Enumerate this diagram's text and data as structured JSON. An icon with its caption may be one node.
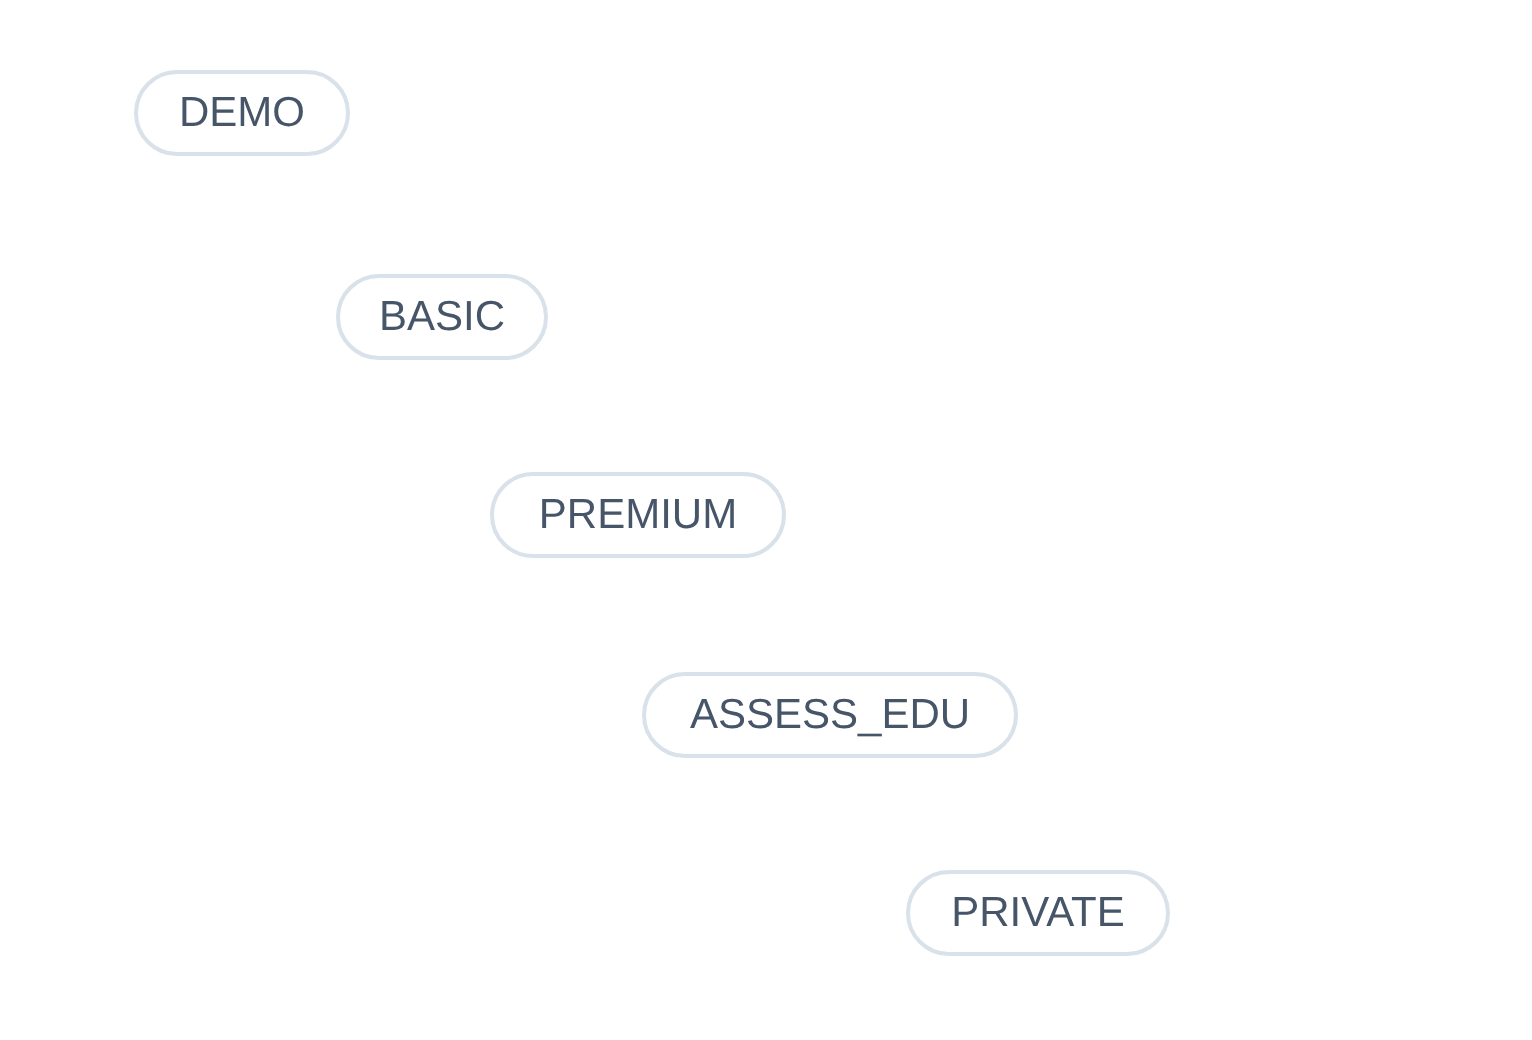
{
  "diagram": {
    "nodes": [
      {
        "text": [
          "DEMO"
        ]
      },
      {
        "text": [
          "BASIC"
        ]
      },
      {
        "text": [
          "PREMIUM"
        ]
      },
      {
        "text": [
          "ASSESS_EDU"
        ]
      },
      {
        "text": [
          "PRIVATE"
        ]
      }
    ]
  }
}
